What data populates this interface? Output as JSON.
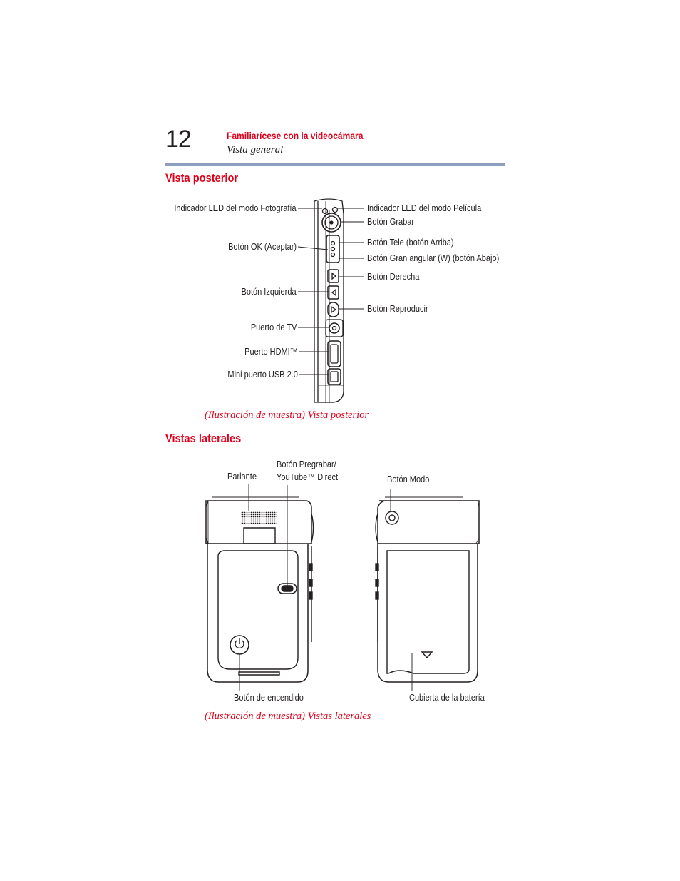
{
  "header": {
    "page_number": "12",
    "chapter": "Familiarícese con la videocámara",
    "subchapter": "Vista general"
  },
  "rear": {
    "title": "Vista posterior",
    "caption": "(Ilustración de muestra) Vista posterior",
    "left_labels": {
      "photo_led": "Indicador LED del modo Fotografía",
      "ok": "Botón OK (Aceptar)",
      "left": "Botón Izquierda",
      "tv": "Puerto de TV",
      "hdmi": "Puerto HDMI™",
      "usb": "Mini puerto USB 2.0"
    },
    "right_labels": {
      "movie_led": "Indicador LED del modo Película",
      "record": "Botón Grabar",
      "tele": "Botón Tele (botón Arriba)",
      "wide": "Botón Gran angular (W) (botón Abajo)",
      "right": "Botón Derecha",
      "play": "Botón Reproducir"
    }
  },
  "sides": {
    "title": "Vistas laterales",
    "caption": "(Ilustración de muestra) Vistas laterales",
    "labels": {
      "speaker": "Parlante",
      "prerecord_line1": "Botón Pregrabar/",
      "prerecord_line2": "YouTube™ Direct",
      "mode": "Botón Modo",
      "power": "Botón de encendido",
      "battery": "Cubierta de la batería"
    }
  },
  "colors": {
    "accent_red": "#e2001a",
    "rule_blue": "#8d9fc0",
    "text": "#231f20"
  }
}
